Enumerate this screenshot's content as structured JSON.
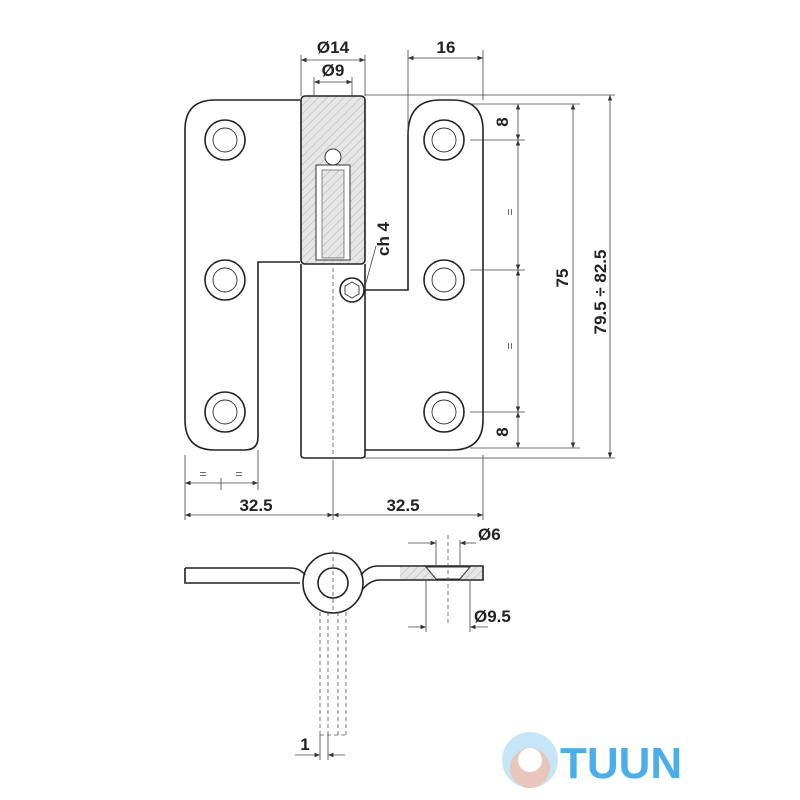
{
  "dimensions": {
    "pin_outer_diameter": "Ø14",
    "pin_inner_diameter": "Ø9",
    "leaf_offset": "16",
    "hole_spacing_top": "8",
    "hole_spacing_bottom": "8",
    "equal_mark": "=",
    "key_size": "ch 4",
    "hole_pitch": "75",
    "overall_height": "79.5 ÷ 82.5",
    "left_width": "32.5",
    "right_width": "32.5",
    "countersink_small": "Ø6",
    "countersink_large": "Ø9.5",
    "adjustment": "1"
  },
  "brand": {
    "name": "TUUN",
    "colors": {
      "primary": "#4aaeea",
      "warm": "#f6b8a0",
      "cool": "#b8e0f6"
    }
  },
  "icons": [
    "dimension-arrow",
    "hatch-section",
    "hex-socket"
  ]
}
